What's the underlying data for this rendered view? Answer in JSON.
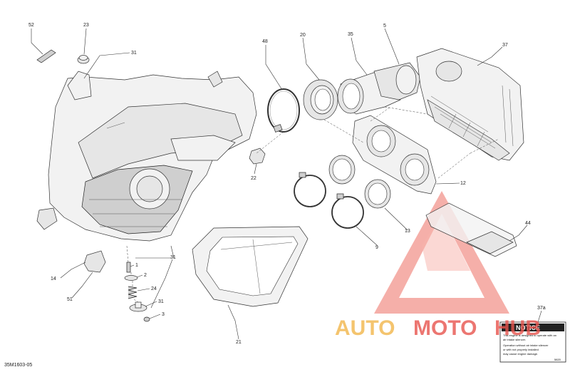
{
  "figure_ref": "35M1603-05",
  "callouts": [
    {
      "id": "c52",
      "label": "52"
    },
    {
      "id": "c23",
      "label": "23"
    },
    {
      "id": "c31a",
      "label": "31"
    },
    {
      "id": "c48",
      "label": "48"
    },
    {
      "id": "c20",
      "label": "20"
    },
    {
      "id": "c35",
      "label": "35"
    },
    {
      "id": "c5",
      "label": "5"
    },
    {
      "id": "c37",
      "label": "37"
    },
    {
      "id": "c22",
      "label": "22"
    },
    {
      "id": "c12",
      "label": "12"
    },
    {
      "id": "c44",
      "label": "44"
    },
    {
      "id": "c13",
      "label": "13"
    },
    {
      "id": "c9",
      "label": "9"
    },
    {
      "id": "c31b",
      "label": "31"
    },
    {
      "id": "c1",
      "label": "1"
    },
    {
      "id": "c2",
      "label": "2"
    },
    {
      "id": "c24",
      "label": "24"
    },
    {
      "id": "c31c",
      "label": "31"
    },
    {
      "id": "c3",
      "label": "3"
    },
    {
      "id": "c14",
      "label": "14"
    },
    {
      "id": "c51",
      "label": "51"
    },
    {
      "id": "c21",
      "label": "21"
    },
    {
      "id": "c37a",
      "label": "37a"
    }
  ],
  "notice_label": {
    "title": "NOTICE",
    "lines": [
      "This engine is designed to operate with an",
      "air intake silencer.",
      "Operation without air intake silencer",
      "or with not properly installed",
      "may cause engine damage."
    ],
    "code": "5820"
  },
  "watermark": {
    "part1": "AUTO",
    "part2": "MOTO",
    "part3": "HUB",
    "colors": {
      "primary": "#f2b64a",
      "secondary": "#e8554e"
    }
  }
}
